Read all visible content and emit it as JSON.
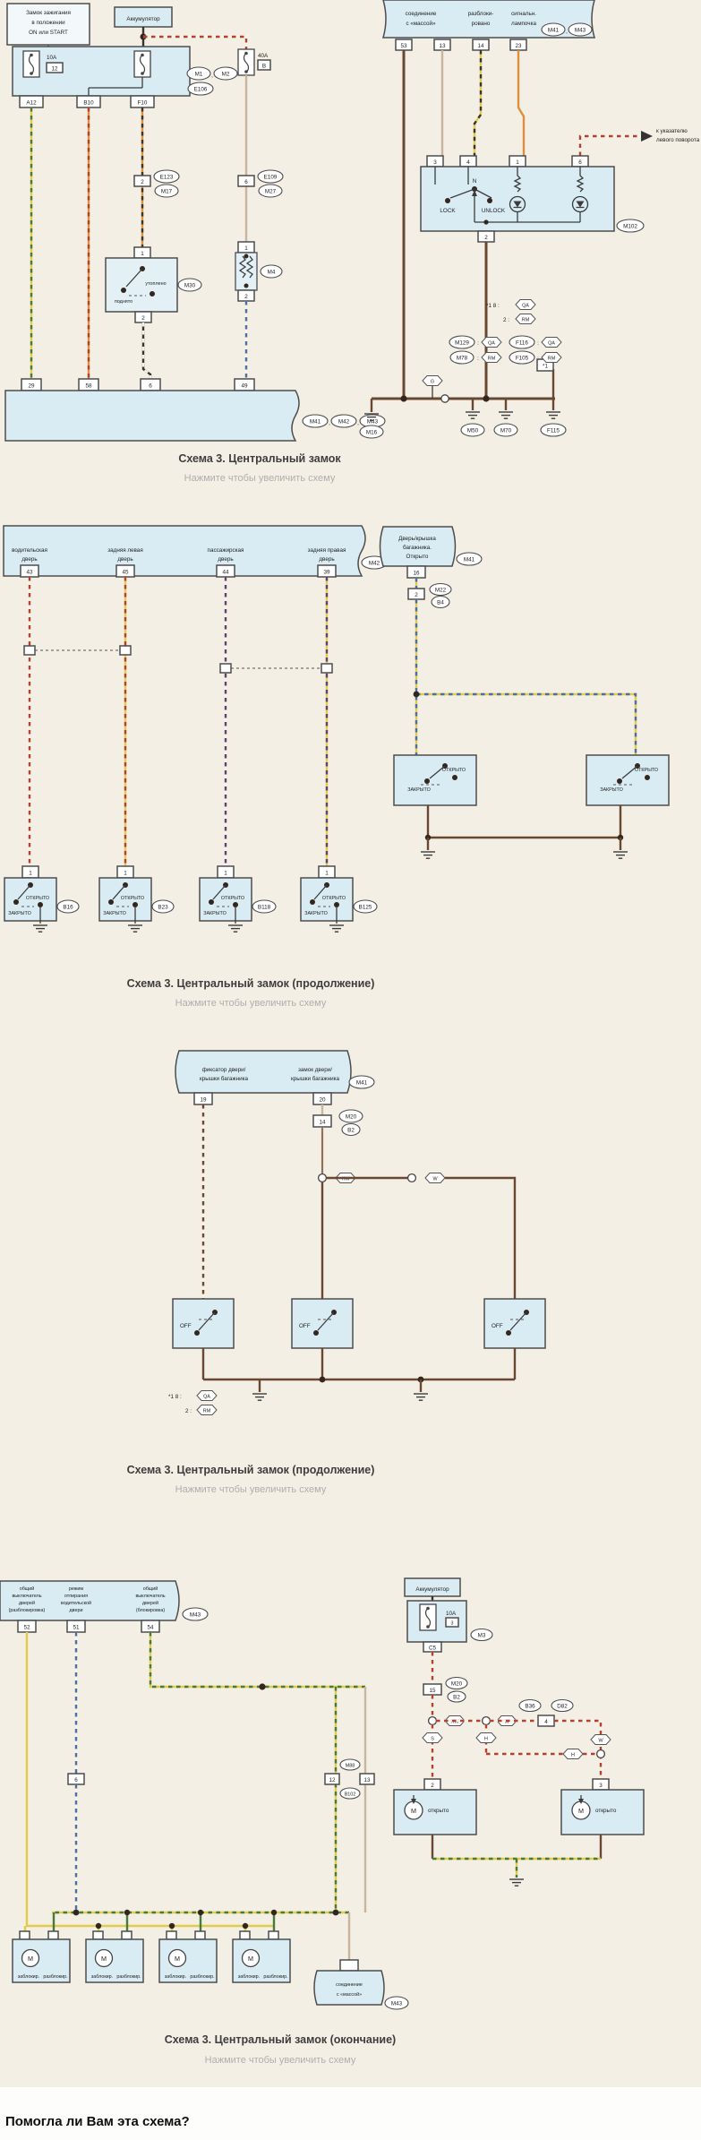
{
  "footer": {
    "question": "Помогла ли Вам эта схема?"
  },
  "sections": [
    {
      "caption": "Схема 3. Центральный замок",
      "hint": "Нажмите чтобы увеличить схему"
    },
    {
      "caption": "Схема 3. Центральный замок (продолжение)",
      "hint": "Нажмите чтобы увеличить схему"
    },
    {
      "caption": "Схема 3. Центральный замок (продолжение)",
      "hint": "Нажмите чтобы увеличить схему"
    },
    {
      "caption": "Схема 3. Центральный замок (окончание)",
      "hint": "Нажмите чтобы увеличить схему"
    }
  ],
  "colors": {
    "panel_blue": "#d9ecf4",
    "wire_yellow": "#e0cc4a",
    "wire_green": "#497a3c",
    "wire_orange": "#dd8f3e",
    "wire_red": "#b4402f",
    "wire_brown": "#6a4730",
    "wire_blue": "#4b6fa5",
    "wire_purple": "#5d4470",
    "wire_tan": "#c7b59e",
    "wire_black": "#3a342e"
  },
  "d1": {
    "ign1": "Замок зажигания",
    "ign2": "в положении",
    "ign3": "ON или START",
    "battery": "Аккумулятор",
    "fuse1a": "10A",
    "fuse1n": "12",
    "fuse2a": "40A",
    "fuse2n": "B",
    "m1": "M1",
    "m2": "M2",
    "e106": "E106",
    "comma": ",",
    "pinA": "A12",
    "pinB": "B10",
    "pinF": "F10",
    "in1p": "2",
    "in1a": "E123",
    "in1b": "M17",
    "in2p": "6",
    "in2a": "E109",
    "in2b": "M27",
    "bus1a": "соединение",
    "bus1b": "с «массой»",
    "bus2a": "разблоки-",
    "bus2b": "ровано",
    "bus3a": "сигнальн.",
    "bus3b": "лампочка",
    "bp53": "53",
    "bp13": "13",
    "bp14": "14",
    "bp23": "23",
    "m41": "M41",
    "m43": "M43",
    "arrow1": "к указателю",
    "arrow2": "левого поворота",
    "mp3": "3",
    "mp4": "4",
    "mp1": "1",
    "mp6": "6",
    "mp2": "2",
    "n": "N",
    "lock": "LOCK",
    "unlock": "UNLOCK",
    "m102": "M102",
    "m30p1": "1",
    "m30p2": "2",
    "m30up": "утоплено",
    "m30dn": "поднято",
    "m30": "M30",
    "m4": "M4",
    "m4p1": "1",
    "m4p2": "2",
    "note1": "*1    8 :",
    "noteQA": "QA",
    "note2": "2 :",
    "noteRM": "RM",
    "bb29": "29",
    "bb58": "58",
    "bb6": "6",
    "bb49": "49",
    "bbr1": "M41",
    "bbr2": "M42",
    "bbr3": "M43",
    "g": "G",
    "star": "*1",
    "colon": ":",
    "gr1": "M16",
    "gr2": "M50",
    "gr3": "M70",
    "gr4": "F115",
    "ra1": "M129",
    "ra1v": "QA",
    "ra2": "M78",
    "ra2v": "RM",
    "ra3": "F116",
    "ra3v": "QA",
    "ra4": "F105",
    "ra4v": "RM"
  },
  "d2": {
    "l1a": "водительская",
    "l1b": "дверь",
    "l2a": "задняя левая",
    "l2b": "дверь",
    "l3a": "пассажирская",
    "l3b": "дверь",
    "l4a": "задняя правая",
    "l4b": "дверь",
    "p43": "43",
    "p45": "45",
    "p44": "44",
    "p39": "39",
    "m42": "M42",
    "t1": "Дверь/крышка",
    "t2": "багажника.",
    "t3": "Открыто",
    "m41": "M41",
    "p16": "16",
    "in2p": "2",
    "m22": "M22",
    "b4": "B4",
    "open": "ОТКРЫТО",
    "closed": "ЗАКРЫТО",
    "pin1": "1",
    "s1": "B16",
    "s2": "B23",
    "s3": "B118",
    "s4": "B125"
  },
  "d3": {
    "f1": "фиксатор двери/",
    "f2": "крышки багажника",
    "z1": "замок двери/",
    "z2": "крышки багажника",
    "p19": "19",
    "p20": "20",
    "m41": "M41",
    "p14": "14",
    "m20": "M20",
    "b2": "B2",
    "hw": "HW",
    "w": "W",
    "off": "OFF",
    "note1": "*1    8 :",
    "qa": "QA",
    "note2": "2 :",
    "rm": "RM"
  },
  "d4": {
    "c1a": "общий",
    "c1b": "выключатель",
    "c1c": "дверей",
    "c1d": "(разблокировка)",
    "c2a": "режим",
    "c2b": "отпирания",
    "c2c": "водительской",
    "c2d": "двери",
    "c3a": "общий",
    "c3b": "выключатель",
    "c3c": "дверей",
    "c3d": "(блокировка)",
    "m43": "M43",
    "p52": "52",
    "p51": "51",
    "p54": "54",
    "battery": "Аккумулятор",
    "fusea": "10A",
    "fusen": "3",
    "m3": "M3",
    "c5": "C5",
    "p15": "15",
    "m20": "M20",
    "b2": "B2",
    "hw": "HW",
    "w": "W",
    "s": "S",
    "h": "H",
    "p4": "4",
    "b36": "B36",
    "d82": "D82",
    "p2": "2",
    "p3": "3",
    "open": "открыто",
    "mM": "M",
    "p6": "6",
    "p12": "12",
    "m88": "M88",
    "b102": "B102",
    "p13": "13",
    "lock": "заблокир.",
    "unlock": "разблокир.",
    "gb1": "соединение",
    "gb2": "с «массой»",
    "gm43": "M43"
  }
}
